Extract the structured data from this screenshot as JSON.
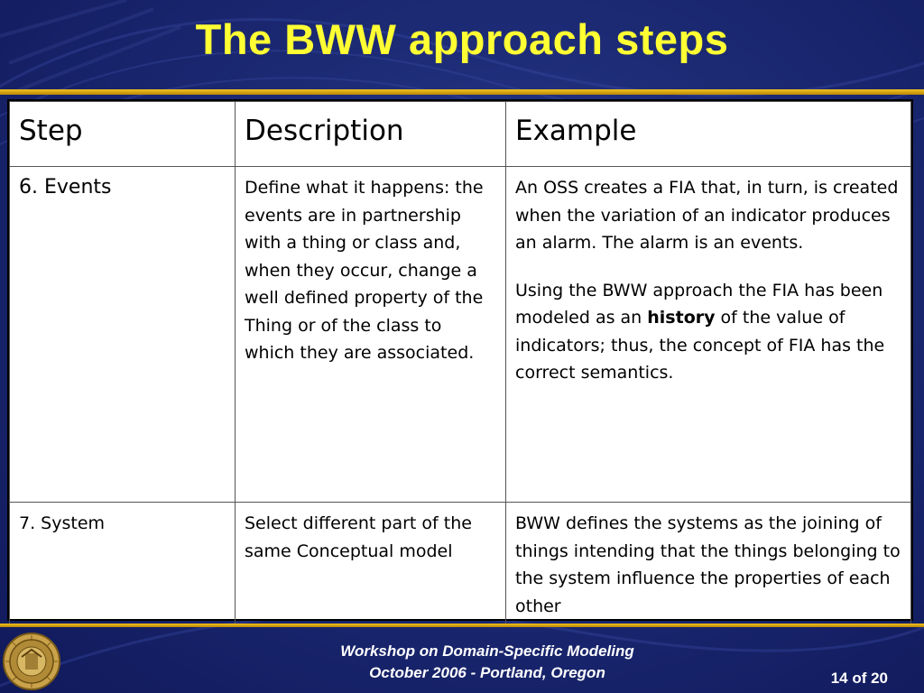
{
  "slide": {
    "title": "The BWW approach steps"
  },
  "table": {
    "headers": [
      "Step",
      "Description",
      "Example"
    ],
    "rows": [
      {
        "step": "6. Events",
        "description": "Define what it happens: the events are in partnership with a thing or class and, when they occur, change a well defined property of the Thing or of the class to which they are associated.",
        "example_p1": "An OSS creates a FIA that, in turn, is created when the variation of an indicator produces an alarm. The alarm is an events.",
        "example_p2_pre": "Using the BWW approach the FIA has been modeled as an ",
        "example_p2_bold": "history",
        "example_p2_post": " of the value of indicators; thus, the concept of FIA has the correct semantics."
      },
      {
        "step": "7. System",
        "description": "Select different part of the same Conceptual model",
        "example": "BWW defines the systems as the joining of things intending that the things belonging to the system influence the properties of each other"
      }
    ]
  },
  "footer": {
    "line1": "Workshop on Domain-Specific Modeling",
    "line2": "October 2006 - Portland, Oregon",
    "page": "14 of 20"
  },
  "colors": {
    "title": "#ffff33",
    "background": "#1c2a74",
    "rule": "#f2c21b"
  },
  "icons": {
    "seal": "university-seal-icon"
  }
}
